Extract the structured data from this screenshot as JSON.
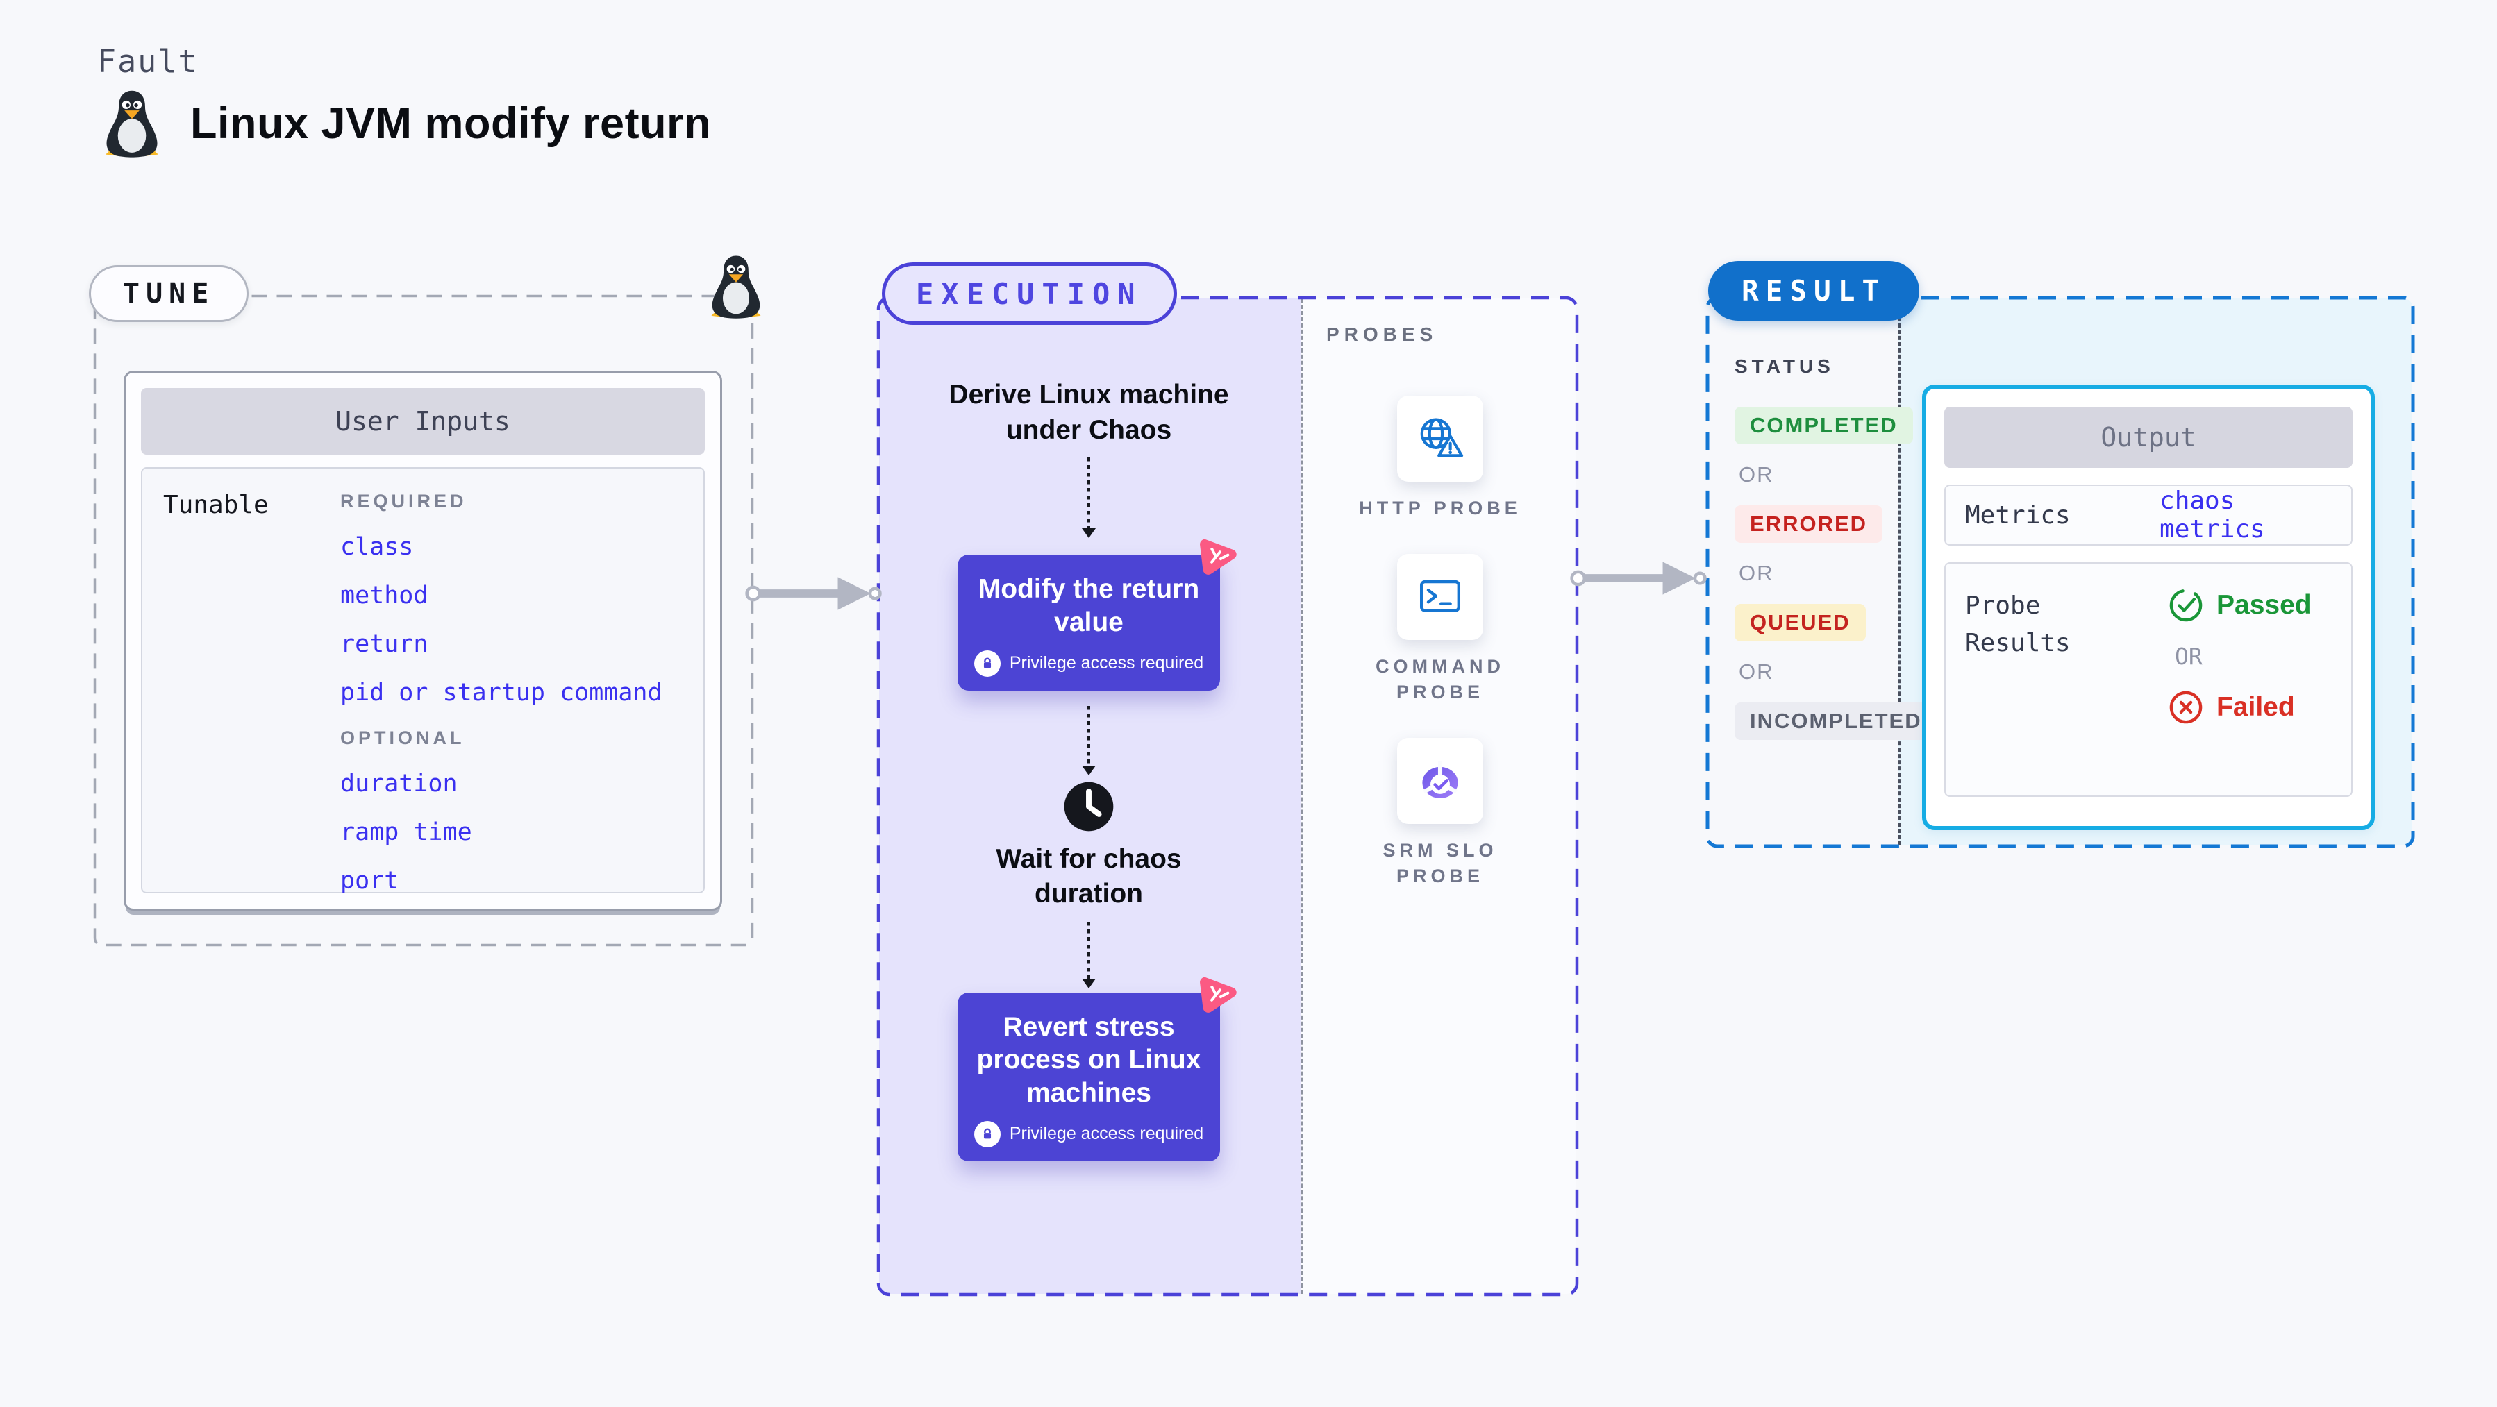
{
  "header": {
    "kicker": "Fault",
    "title": "Linux JVM modify return",
    "icon": "linux-tux"
  },
  "tune": {
    "badge": "TUNE",
    "card_title": "User Inputs",
    "row_label": "Tunable",
    "required_label": "REQUIRED",
    "required_items": [
      "class",
      "method",
      "return",
      "pid or startup command"
    ],
    "optional_label": "OPTIONAL",
    "optional_items": [
      "duration",
      "ramp time",
      "port"
    ]
  },
  "execution": {
    "badge": "EXECUTION",
    "step_derive": "Derive Linux machine under Chaos",
    "box_modify_title": "Modify the return value",
    "privilege_label": "Privilege access required",
    "wait_label": "Wait for chaos duration",
    "box_revert_title": "Revert stress process on Linux machines"
  },
  "probes": {
    "label": "PROBES",
    "items": [
      {
        "name": "HTTP PROBE",
        "icon": "globe-warning-icon"
      },
      {
        "name": "COMMAND PROBE",
        "icon": "terminal-icon"
      },
      {
        "name": "SRM SLO PROBE",
        "icon": "pie-check-icon"
      }
    ]
  },
  "result": {
    "badge": "RESULT",
    "status_label": "STATUS",
    "or_label": "OR",
    "statuses": [
      {
        "label": "COMPLETED",
        "fg": "#1e8e3e",
        "bg": "#e1f4e2"
      },
      {
        "label": "ERRORED",
        "fg": "#c5221f",
        "bg": "#fdeaea"
      },
      {
        "label": "QUEUED",
        "fg": "#c42420",
        "bg": "#fbf1cb"
      },
      {
        "label": "INCOMPLETED",
        "fg": "#5c6170",
        "bg": "#ebecf2"
      }
    ],
    "output": {
      "title": "Output",
      "metrics_label": "Metrics",
      "metrics_value": "chaos metrics",
      "probe_results_label": "Probe Results",
      "passed_label": "Passed",
      "failed_label": "Failed",
      "or_label": "OR"
    }
  },
  "colors": {
    "page_bg": "#f7f8fb",
    "accent_indigo": "#4b42d8",
    "execution_fill": "#e5e3fc",
    "chaos_box_purple": "#4c44d4",
    "chaos_logo_pink": "#fb5a83",
    "result_pill_blue": "#1170cb",
    "result_dash_blue": "#1478d4",
    "output_border_cyan": "#16ace4",
    "cyan_fill": "#e8f5fc",
    "link_blue": "#3a30f0",
    "passed_green": "#1a9638",
    "failed_red": "#d93025",
    "probe_icon_blue": "#1676d2",
    "connector_gray": "#b2b6c3"
  }
}
